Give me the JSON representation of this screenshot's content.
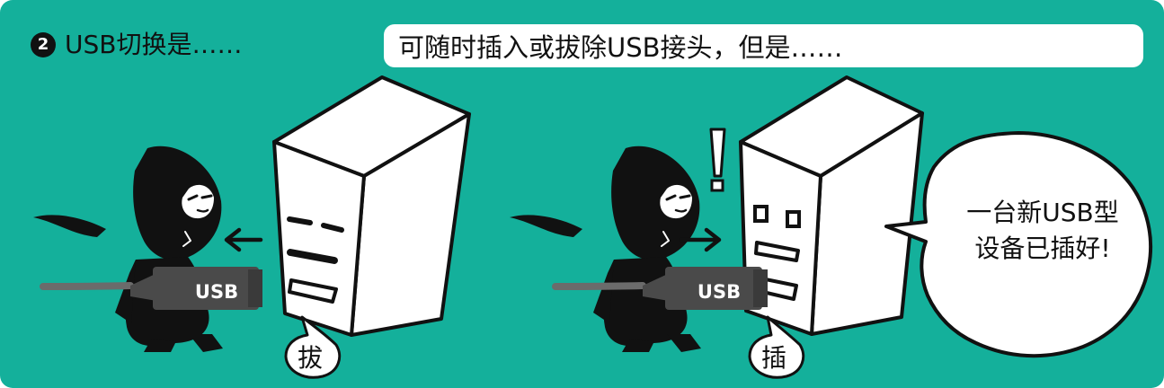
{
  "header": {
    "step_number": "2",
    "title": "USB切换是……"
  },
  "banner": {
    "text": "可随时插入或拔除USB接头，但是……"
  },
  "scene_left": {
    "plug_label": "USB",
    "action_bubble": "拔"
  },
  "scene_right": {
    "plug_label": "USB",
    "action_bubble": "插",
    "exclamation": "!",
    "speech_line_1": "一台新USB型",
    "speech_line_2": "设备已插好!"
  },
  "colors": {
    "panel": "#14b09b",
    "ink": "#111111",
    "paper": "#ffffff",
    "plug": "#4a4a4a",
    "cable": "#6b6b6b"
  },
  "icons": {
    "step_badge": "circled-number-2",
    "computer": "desktop-computer-icon",
    "person": "masked-person-icon",
    "plug": "usb-plug-icon",
    "arrow": "arrow-icon"
  }
}
